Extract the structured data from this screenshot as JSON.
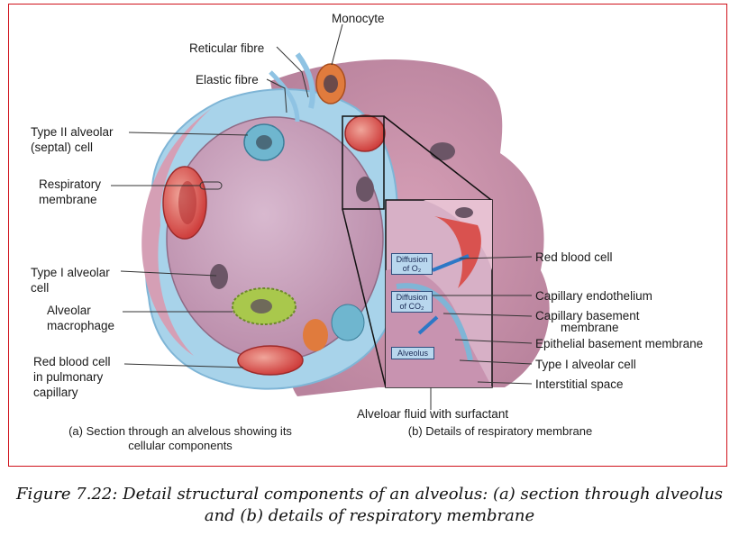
{
  "labels": {
    "monocyte": "Monocyte",
    "reticular_fibre": "Reticular fibre",
    "elastic_fibre": "Elastic fibre",
    "type2_line1": "Type II alveolar",
    "type2_line2": "(septal) cell",
    "resp_line1": "Respiratory",
    "resp_line2": "membrane",
    "type1_line1": "Type I  alveolar",
    "type1_line2": "cell",
    "macro_line1": "Alveolar",
    "macro_line2": "macrophage",
    "rbc_cap_line1": "Red blood cell",
    "rbc_cap_line2": "in pulmonary",
    "rbc_cap_line3": "capillary",
    "rbc": "Red blood cell",
    "cap_endo": "Capillary endothelium",
    "cap_base_line1": "Capillary basement",
    "cap_base_line2": "membrane",
    "epi_base": "Epithelial basement membrane",
    "type1_cell": "Type I alveolar cell",
    "interstitial": "Interstitial space",
    "alv_fluid": "Alveloar fluid with surfactant"
  },
  "boxes": {
    "diff_o2_line1": "Diffusion",
    "diff_o2_line2": "of O₂",
    "diff_co2_line1": "Diffusion",
    "diff_co2_line2": "of CO₂",
    "alveolus": "Alveolus"
  },
  "subcaptions": {
    "a_line1": "(a) Section through an alvelous showing its",
    "a_line2": "cellular components",
    "b": "(b) Details of respiratory membrane"
  },
  "figure_caption": {
    "line1": "Figure 7.22: Detail structural components of an alveolus: (a) section through alveolus",
    "line2": "and (b) details of respiratory membrane"
  },
  "colors": {
    "frame": "#d0121b",
    "tissue": "#c98ca8",
    "alveolus_space": "#cfa9c3",
    "septum": "#a8d3ea",
    "rbc": "#d9524f",
    "arrow": "#2d78c6"
  }
}
